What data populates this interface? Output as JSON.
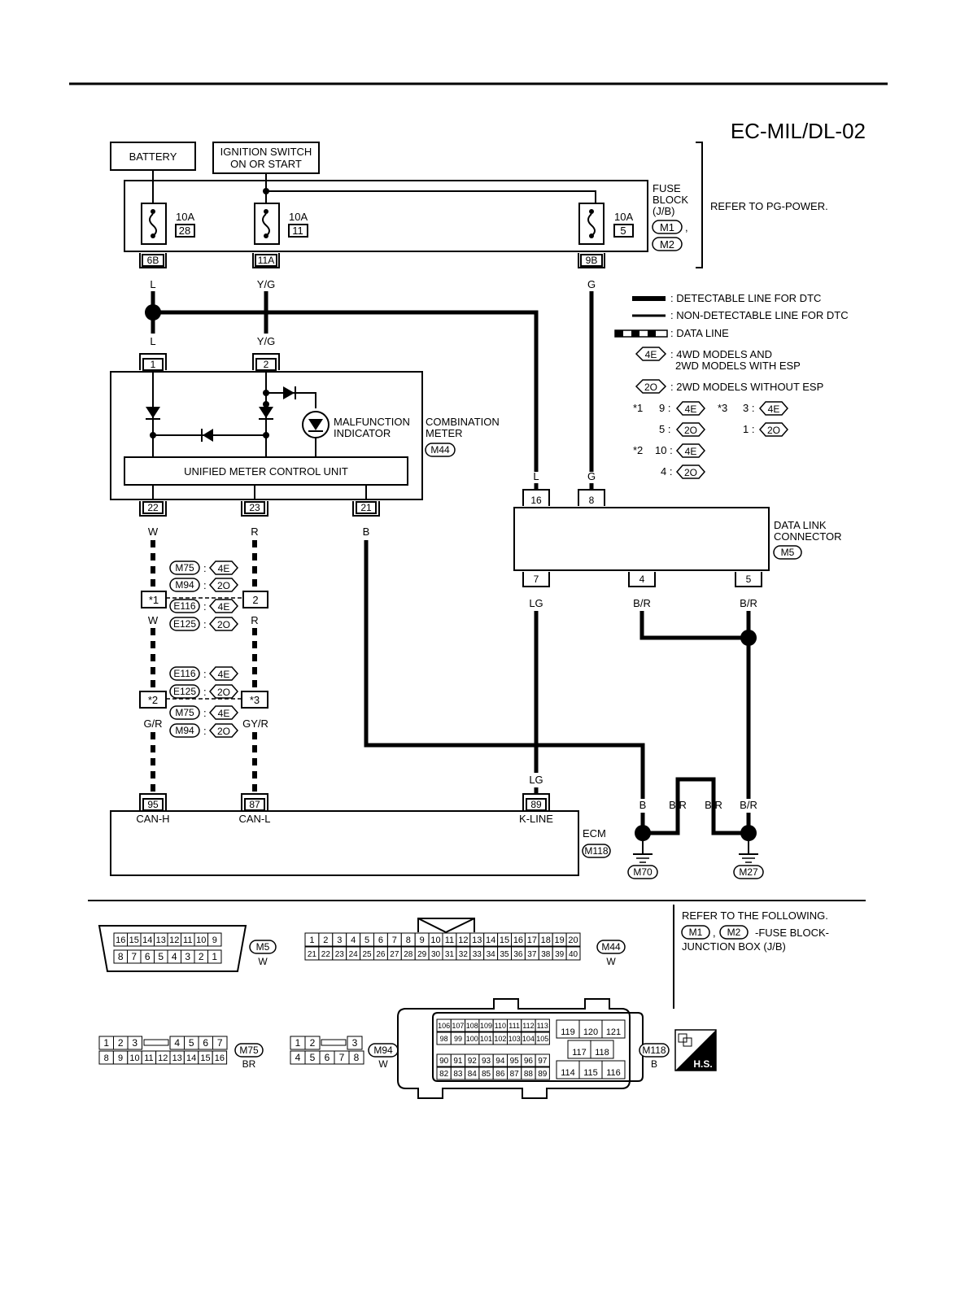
{
  "header": {
    "diagram_id": "EC-MIL/DL-02"
  },
  "sources": {
    "battery": "BATTERY",
    "ignition_line1": "IGNITION SWITCH",
    "ignition_line2": "ON OR START"
  },
  "fuse_block": {
    "label_line1": "FUSE",
    "label_line2": "BLOCK",
    "label_line3": "(J/B)",
    "connectors": [
      "M1",
      "M2"
    ],
    "refer": "REFER TO PG-POWER.",
    "fuses": [
      {
        "amp": "10A",
        "number": "28",
        "terminal": "6B",
        "wire": "L"
      },
      {
        "amp": "10A",
        "number": "11",
        "terminal": "11A",
        "wire": "Y/G"
      },
      {
        "amp": "10A",
        "number": "5",
        "terminal": "9B",
        "wire": "G"
      }
    ]
  },
  "legend": {
    "detectable": ": DETECTABLE LINE FOR DTC",
    "non_detectable": ": NON-DETECTABLE LINE FOR DTC",
    "data_line": ": DATA LINE",
    "tag_4e": "4E",
    "tag_2o": "2O",
    "models_4e_line1": ": 4WD MODELS AND",
    "models_4e_line2": "2WD MODELS WITH ESP",
    "models_2o": ": 2WD MODELS WITHOUT ESP",
    "star1": "*1",
    "star2": "*2",
    "star3": "*3",
    "star1_a": "9 :",
    "star1_b": "5 :",
    "star3_a": "3 :",
    "star3_b": "1 :",
    "star2_a": "10 :",
    "star2_b": "4 :"
  },
  "combination_meter": {
    "label_line1": "COMBINATION",
    "label_line2": "METER",
    "connector": "M44",
    "unit": "UNIFIED METER CONTROL UNIT",
    "indicator_line1": "MALFUNCTION",
    "indicator_line2": "INDICATOR",
    "inputs": [
      {
        "pin": "1",
        "wire": "L"
      },
      {
        "pin": "2",
        "wire": "Y/G"
      }
    ],
    "outputs": [
      {
        "pin": "22",
        "wire": "W"
      },
      {
        "pin": "23",
        "wire": "R"
      },
      {
        "pin": "21",
        "wire": "B"
      }
    ]
  },
  "data_link_connector": {
    "label_line1": "DATA LINK",
    "label_line2": "CONNECTOR",
    "connector": "M5",
    "top_pins": [
      {
        "pin": "16",
        "wire": "L"
      },
      {
        "pin": "8",
        "wire": "G"
      }
    ],
    "bottom_pins": [
      {
        "pin": "7",
        "wire": "LG"
      },
      {
        "pin": "4",
        "wire": "B/R"
      },
      {
        "pin": "5",
        "wire": "B/R"
      }
    ]
  },
  "joints": {
    "j1_tags": [
      "M75",
      "M94",
      "E116",
      "E125"
    ],
    "j1_left_pin": "*1",
    "j1_right_pin": "2",
    "j1_below_left": "W",
    "j1_below_right": "R",
    "j2_tags": [
      "E116",
      "E125",
      "M75",
      "M94"
    ],
    "j2_left_pin": "*2",
    "j2_right_pin": "*3",
    "j2_below_left": "G/R",
    "j2_below_right": "GY/R",
    "sep": ":"
  },
  "ecm": {
    "label": "ECM",
    "connector": "M118",
    "pins": [
      {
        "pin": "95",
        "name": "CAN-H"
      },
      {
        "pin": "87",
        "name": "CAN-L"
      },
      {
        "pin": "89",
        "name": "K-LINE",
        "wire": "LG"
      }
    ]
  },
  "grounds": {
    "wire_b": "B",
    "wire_br": "B/R",
    "g1": "M70",
    "g2": "M27"
  },
  "connector_views": {
    "refer_line1": "REFER TO THE FOLLOWING.",
    "refer_line2": "-FUSE BLOCK-",
    "refer_line3": "JUNCTION BOX (J/B)",
    "refer_tags": [
      "M1",
      "M2"
    ],
    "m5": {
      "tag": "M5",
      "color": "W",
      "row1": [
        "16",
        "15",
        "14",
        "13",
        "12",
        "11",
        "10",
        "9"
      ],
      "row2": [
        "8",
        "7",
        "6",
        "5",
        "4",
        "3",
        "2",
        "1"
      ]
    },
    "m44": {
      "tag": "M44",
      "color": "W",
      "row1": [
        "1",
        "2",
        "3",
        "4",
        "5",
        "6",
        "7",
        "8",
        "9",
        "10",
        "11",
        "12",
        "13",
        "14",
        "15",
        "16",
        "17",
        "18",
        "19",
        "20"
      ],
      "row2": [
        "21",
        "22",
        "23",
        "24",
        "25",
        "26",
        "27",
        "28",
        "29",
        "30",
        "31",
        "32",
        "33",
        "34",
        "35",
        "36",
        "37",
        "38",
        "39",
        "40"
      ]
    },
    "m75": {
      "tag": "M75",
      "color": "BR",
      "row1a": [
        "1",
        "2",
        "3"
      ],
      "row1b": [
        "4",
        "5",
        "6",
        "7"
      ],
      "row2": [
        "8",
        "9",
        "10",
        "11",
        "12",
        "13",
        "14",
        "15",
        "16"
      ]
    },
    "m94": {
      "tag": "M94",
      "color": "W",
      "row1a": [
        "1",
        "2"
      ],
      "row1b": [
        "3"
      ],
      "row2": [
        "4",
        "5",
        "6",
        "7",
        "8"
      ]
    },
    "m118": {
      "tag": "M118",
      "color": "B",
      "r1": [
        "106",
        "107",
        "108",
        "109",
        "110",
        "111",
        "112",
        "113"
      ],
      "r2": [
        "98",
        "99",
        "100",
        "101",
        "102",
        "103",
        "104",
        "105"
      ],
      "r3": [
        "90",
        "91",
        "92",
        "93",
        "94",
        "95",
        "96",
        "97"
      ],
      "r4": [
        "82",
        "83",
        "84",
        "85",
        "86",
        "87",
        "88",
        "89"
      ],
      "right_r1": [
        "119",
        "120",
        "121"
      ],
      "right_r2": [
        "117",
        "118"
      ],
      "right_r3": [
        "114",
        "115",
        "116"
      ]
    },
    "hs_label": "H.S."
  }
}
